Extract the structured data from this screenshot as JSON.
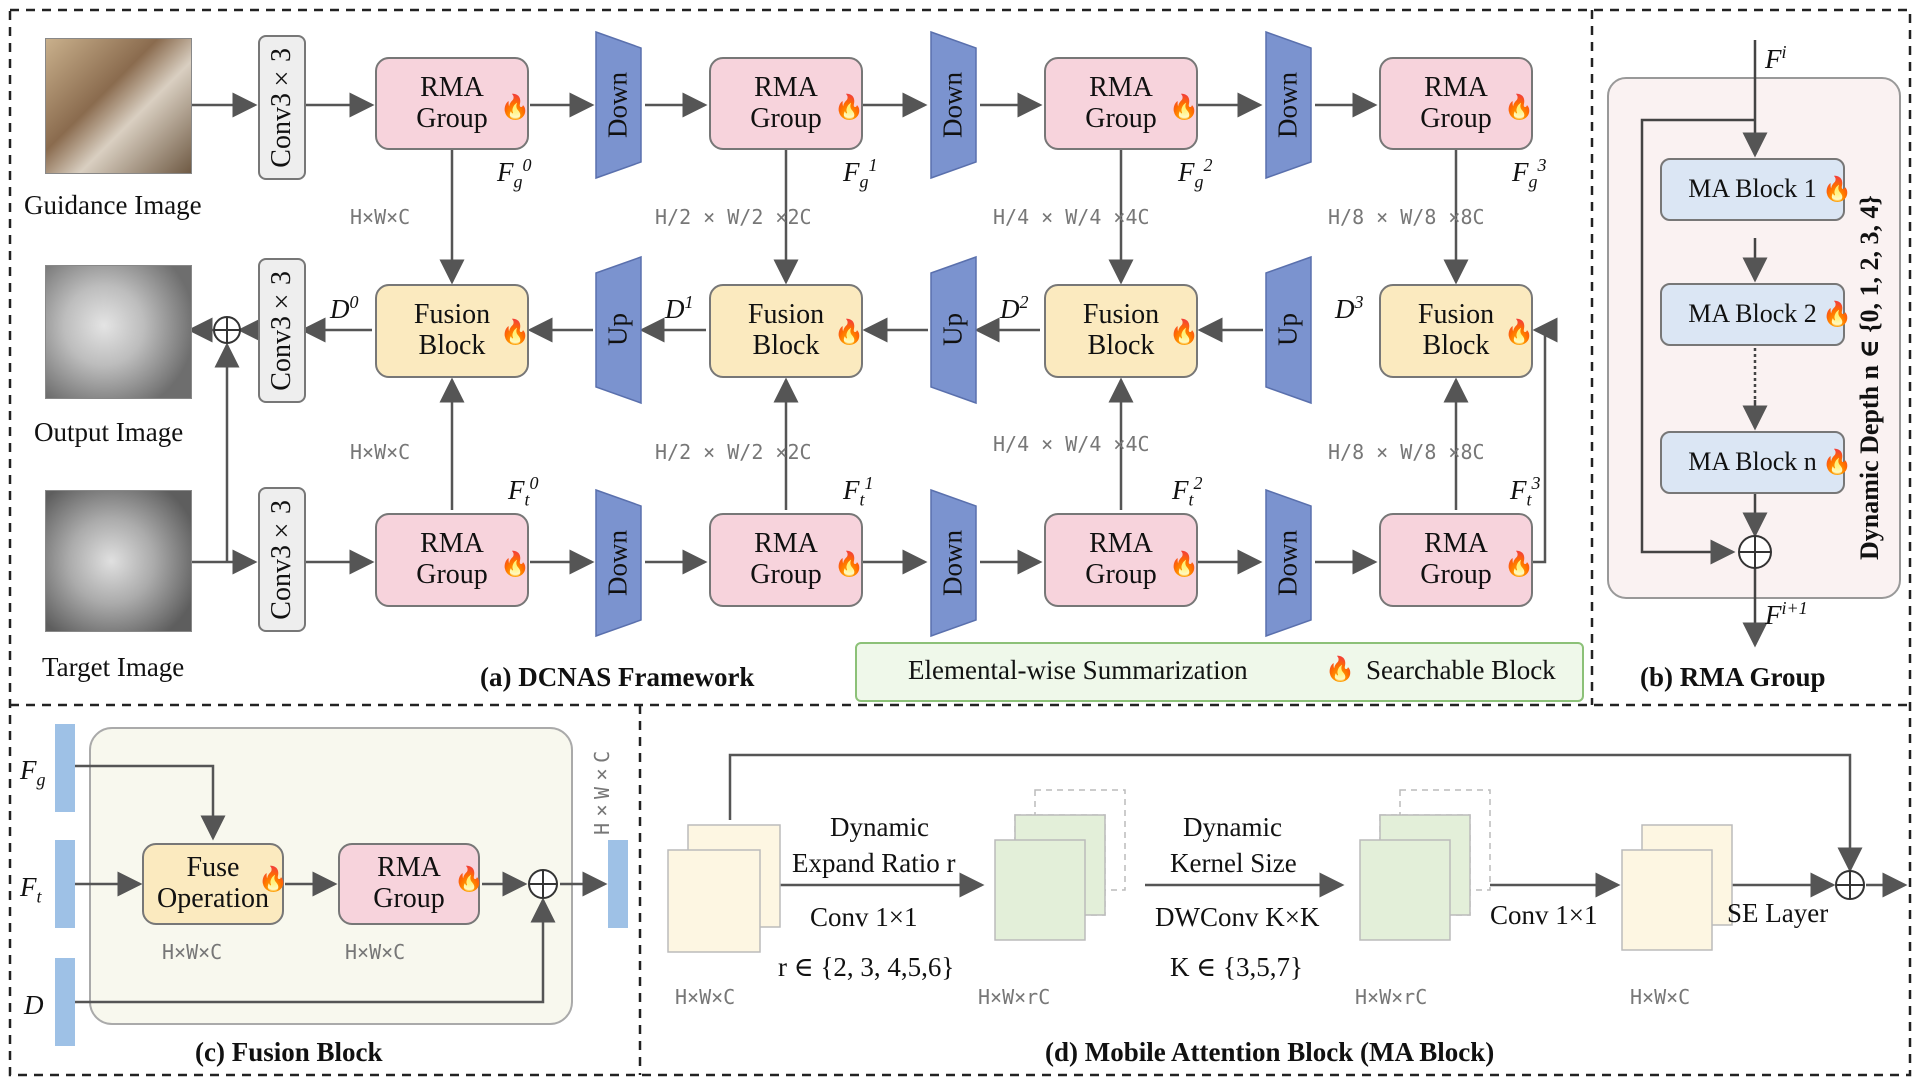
{
  "captions": {
    "a": "(a) DCNAS Framework",
    "b": "(b) RMA Group",
    "c": "(c) Fusion Block",
    "d": "(d) Mobile Attention Block (MA Block)"
  },
  "images": {
    "guidance": "Guidance Image",
    "output": "Output Image",
    "target": "Target Image"
  },
  "blocks": {
    "conv": "Conv3×3",
    "rma_line1": "RMA",
    "rma_line2": "Group",
    "fusion_line1": "Fusion",
    "fusion_line2": "Block",
    "down": "Down",
    "up": "Up"
  },
  "features": {
    "fg": [
      "F",
      "g",
      "0",
      "1",
      "2",
      "3"
    ],
    "ft": [
      "F",
      "t"
    ],
    "d": [
      "D",
      "0",
      "1",
      "2",
      "3"
    ]
  },
  "dims": {
    "level0": "H×W×C",
    "level1": "H/2 × W/2 ×2C",
    "level2": "H/4 × W/4 ×4C",
    "level3": "H/8 × W/8 ×8C"
  },
  "legend": {
    "sum": "Elemental-wise Summarization",
    "search": "Searchable Block"
  },
  "rma_group": {
    "input": "F",
    "input_sup": "i",
    "output": "F",
    "output_sup": "i+1",
    "block1": "MA Block 1",
    "block2": "MA Block 2",
    "blockn": "MA Block n",
    "depth_label": "Dynamic Depth n ∈ {0, 1, 2, 3, 4}"
  },
  "fusion_detail": {
    "in_g": "F",
    "in_g_sub": "g",
    "in_t": "F",
    "in_t_sub": "t",
    "in_d": "D",
    "fuse1": "Fuse",
    "fuse2": "Operation",
    "rma1": "RMA",
    "rma2": "Group",
    "dim_fuse": "H×W×C",
    "dim_rma": "H×W×C",
    "dim_out": "H×W×C"
  },
  "ma_block": {
    "expand_t1": "Dynamic",
    "expand_t2": "Expand Ratio r",
    "conv1": "Conv 1×1",
    "r_set": "r ∈ {2, 3, 4,5,6}",
    "kernel_t1": "Dynamic",
    "kernel_t2": "Kernel Size",
    "dwconv": "DWConv K×K",
    "k_set": "K ∈ {3,5,7}",
    "conv2": "Conv 1×1",
    "se": "SE Layer",
    "dim1": "H×W×C",
    "dim2": "H×W×rC",
    "dim3": "H×W×rC",
    "dim4": "H×W×C"
  },
  "colors": {
    "rma": "#f7d3dc",
    "fusion": "#fbeabf",
    "sampler": "#7b93cf",
    "flame": "#e8332a",
    "ma": "#dbe6f4",
    "legend": "#eff8ea"
  }
}
